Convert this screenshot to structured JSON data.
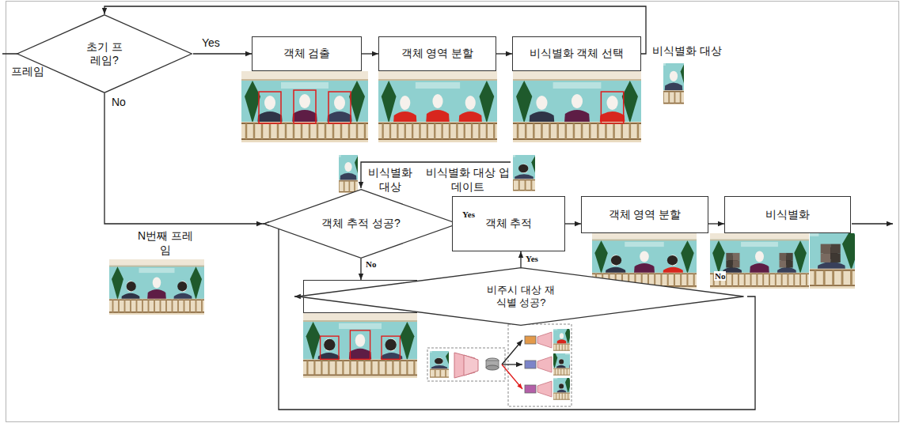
{
  "diagram": {
    "nodes": [
      {
        "text": [
          "초기 프레임?"
        ]
      },
      {
        "text": [
          "객체 검출"
        ]
      },
      {
        "text": [
          "객체 영역 분할"
        ]
      },
      {
        "text": [
          "비식별화 객체 선택"
        ]
      },
      {
        "text": [
          "객체 추적 성공?"
        ]
      },
      {
        "text": [
          "객체 추적"
        ]
      },
      {
        "text": [
          "객체 영역 분할"
        ]
      },
      {
        "text": [
          "비식별화"
        ]
      },
      {
        "text": [
          "객체 검출"
        ]
      },
      {
        "text": [
          "비주시 대상 재식별 성공?"
        ]
      }
    ],
    "edges": [
      {
        "from": 0,
        "to": 1,
        "arrow": "to",
        "label": "Yes"
      },
      {
        "from": 1,
        "to": 2,
        "arrow": "to"
      },
      {
        "from": 2,
        "to": 3,
        "arrow": "to"
      },
      {
        "from": 3,
        "to": 0,
        "arrow": "to"
      },
      {
        "from": 0,
        "to": 4,
        "arrow": "to",
        "label": "No"
      },
      {
        "from": 4,
        "to": 5,
        "arrow": "to",
        "label": "Yes"
      },
      {
        "from": 4,
        "to": 8,
        "arrow": "to",
        "label": "No"
      },
      {
        "from": 5,
        "to": 6,
        "arrow": "to"
      },
      {
        "from": 6,
        "to": 7,
        "arrow": "to"
      },
      {
        "from": 8,
        "to": 9,
        "arrow": "to"
      },
      {
        "from": 9,
        "to": 5,
        "arrow": "to",
        "label": "Yes"
      },
      {
        "from": 9,
        "to": 4,
        "arrow": "to",
        "label": "No"
      }
    ],
    "labels": [
      "프레임",
      "비식별화 대상",
      "비식별화 대상",
      "비식별화 대상 업데이트",
      "N번째 프레임"
    ]
  }
}
